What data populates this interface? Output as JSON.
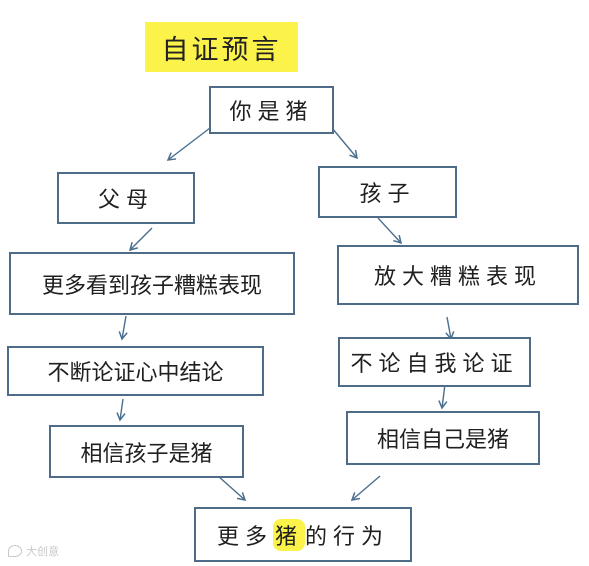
{
  "title": "自证预言",
  "nodes": {
    "root": "你是猪",
    "parents": "父母",
    "child": "孩子",
    "see_bad": "更多看到孩子糟糕表现",
    "magnify_bad": "放大糟糕表现",
    "argue_mind": "不断论证心中结论",
    "argue_self": "不论自我论证",
    "believe_child": "相信孩子是猪",
    "believe_self": "相信自己是猪",
    "result_before": "更多",
    "result_highlight": "猪",
    "result_after": "的行为"
  },
  "colors": {
    "highlight": "#fbf24a",
    "box_border": "#4e6c88",
    "arrow": "#4a6f8f"
  },
  "watermark": "大创意"
}
